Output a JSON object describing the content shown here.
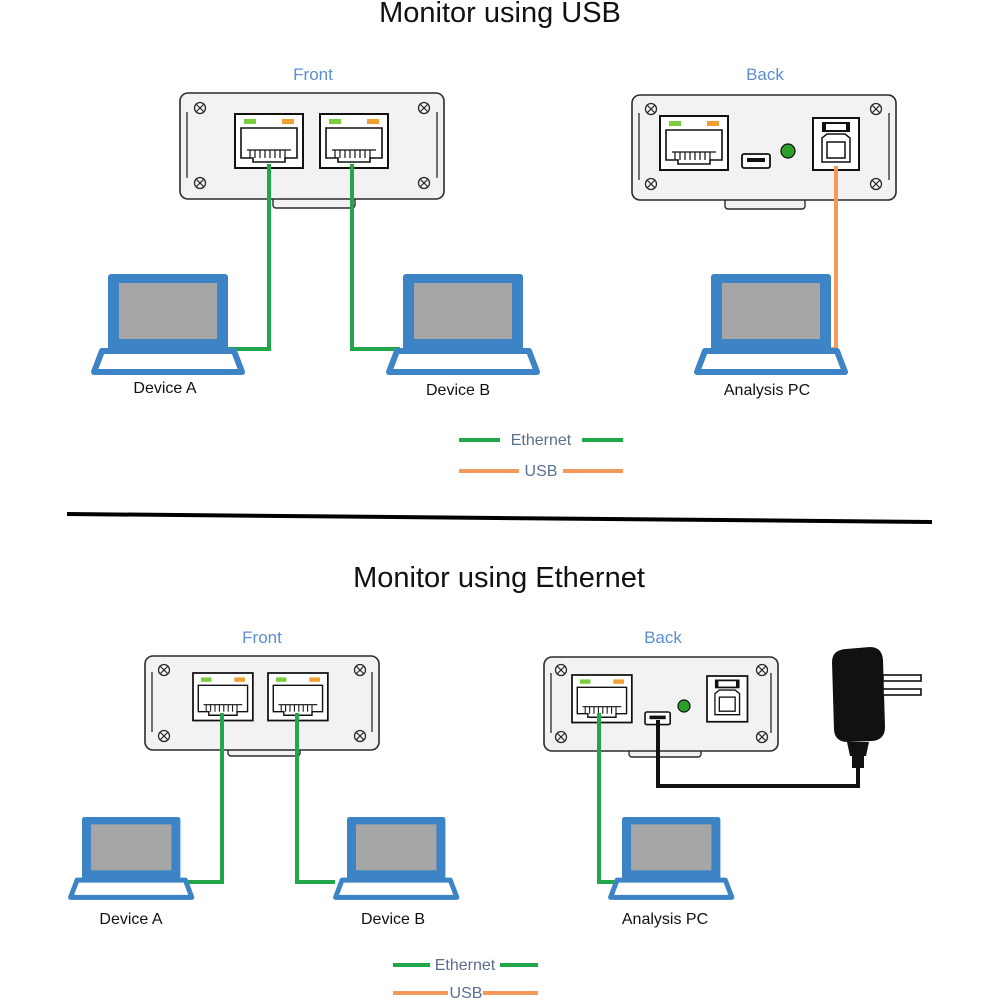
{
  "colors": {
    "ethernet": "#22a64a",
    "usb": "#f39a5a",
    "power": "#111111",
    "laptop": "#3d84c6",
    "screen": "#a6a6a6",
    "led_green": "#7ccc3f",
    "led_orange": "#f0a030",
    "status_led": "#2aa02a",
    "panel_label": "#5b8fd0"
  },
  "sections": {
    "usb": {
      "title": "Monitor using USB",
      "front_label": "Front",
      "back_label": "Back",
      "device_a": "Device A",
      "device_b": "Device B",
      "analysis_pc": "Analysis PC",
      "legend_ethernet": "Ethernet",
      "legend_usb": "USB"
    },
    "ethernet": {
      "title": "Monitor using Ethernet",
      "front_label": "Front",
      "back_label": "Back",
      "device_a": "Device A",
      "device_b": "Device B",
      "analysis_pc": "Analysis PC",
      "legend_ethernet": "Ethernet",
      "legend_usb": "USB"
    }
  },
  "icons": [
    "screw-icon",
    "rj45-port-icon",
    "usb-b-port-icon",
    "micro-usb-port-icon",
    "laptop-icon",
    "power-adapter-icon"
  ]
}
